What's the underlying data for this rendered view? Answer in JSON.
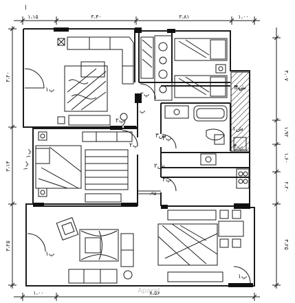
{
  "drawing": {
    "corner_mark": "ا",
    "dims_top": [
      "۱،۱۵",
      "۳،۴۰",
      "۳،۸۱",
      "۱،۰۰"
    ],
    "dims_bottom": [
      "۱،۰۰",
      "۸،۵۶"
    ],
    "dims_left": [
      "۳،۲۰",
      "۳،۱۴",
      "۳،۲۵"
    ],
    "dims_right": [
      "۳،۰۷",
      "۱،۹۲",
      "۱،۶۰",
      "۲،۲۰",
      "۳،۲۵"
    ],
    "door_labels": [
      "پ۱",
      "پ۲",
      "پ۲",
      "پ۲",
      "پ۳",
      "پ۳",
      "پ۴",
      "پ۴",
      "پ۱",
      "پ۱",
      "پ۱",
      "پ۱",
      "پ۱"
    ],
    "window_labels": [
      "ش۱",
      "ش۲",
      "ش۳",
      "ش۴"
    ],
    "door_width_text": "۰،۹۵",
    "watermark": "Aparat"
  }
}
